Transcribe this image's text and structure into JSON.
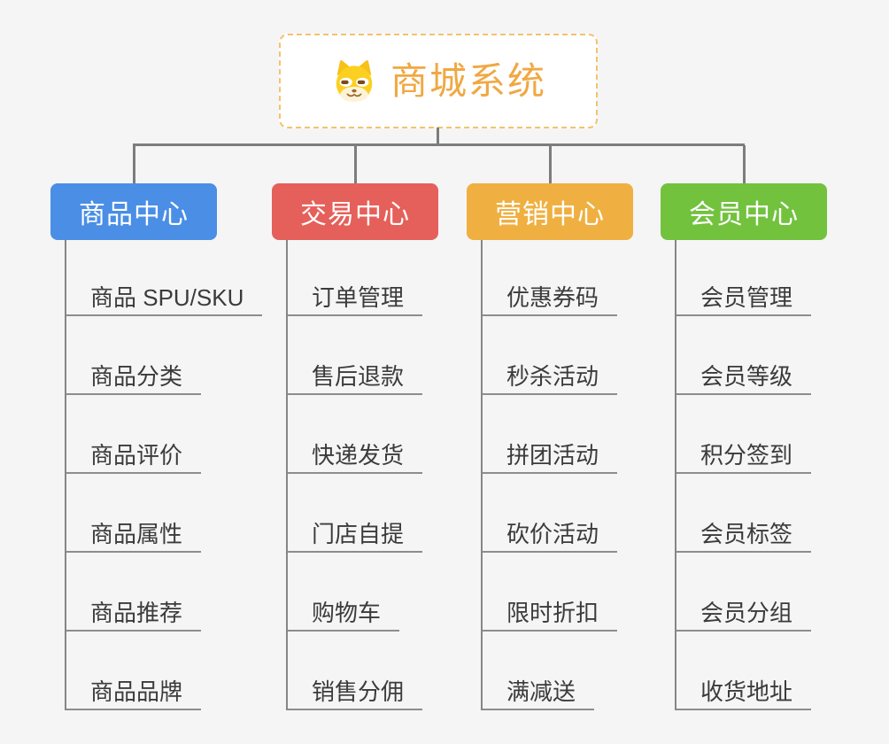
{
  "page": {
    "background": "#f5f5f6",
    "connector_color": "#7d7d7d"
  },
  "root": {
    "title": "商城系统",
    "icon": "dog-logo-icon",
    "title_color": "#f0a843",
    "border_color": "#f3c36c"
  },
  "branches": [
    {
      "label": "商品中心",
      "color": "#4a8ee6",
      "items": [
        "商品 SPU/SKU",
        "商品分类",
        "商品评价",
        "商品属性",
        "商品推荐",
        "商品品牌"
      ]
    },
    {
      "label": "交易中心",
      "color": "#e5605a",
      "items": [
        "订单管理",
        "售后退款",
        "快递发货",
        "门店自提",
        "购物车",
        "销售分佣"
      ]
    },
    {
      "label": "营销中心",
      "color": "#efb041",
      "items": [
        "优惠券码",
        "秒杀活动",
        "拼团活动",
        "砍价活动",
        "限时折扣",
        "满减送"
      ]
    },
    {
      "label": "会员中心",
      "color": "#72c23e",
      "items": [
        "会员管理",
        "会员等级",
        "积分签到",
        "会员标签",
        "会员分组",
        "收货地址"
      ]
    }
  ]
}
